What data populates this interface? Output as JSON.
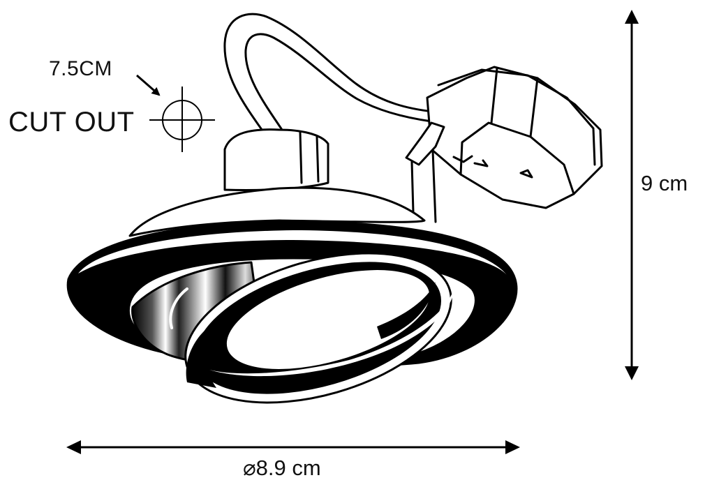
{
  "labels": {
    "cutout_size": "7.5CM",
    "cutout_text": "CUT OUT",
    "height": "9 cm",
    "diameter": "⌀8.9 cm"
  },
  "icons": {
    "cutout": "crosshair-circle-icon",
    "arrow": "diagonal-arrow-icon",
    "product": "recessed-spotlight-drawing"
  },
  "colors": {
    "ink": "#000000",
    "background": "#ffffff"
  }
}
